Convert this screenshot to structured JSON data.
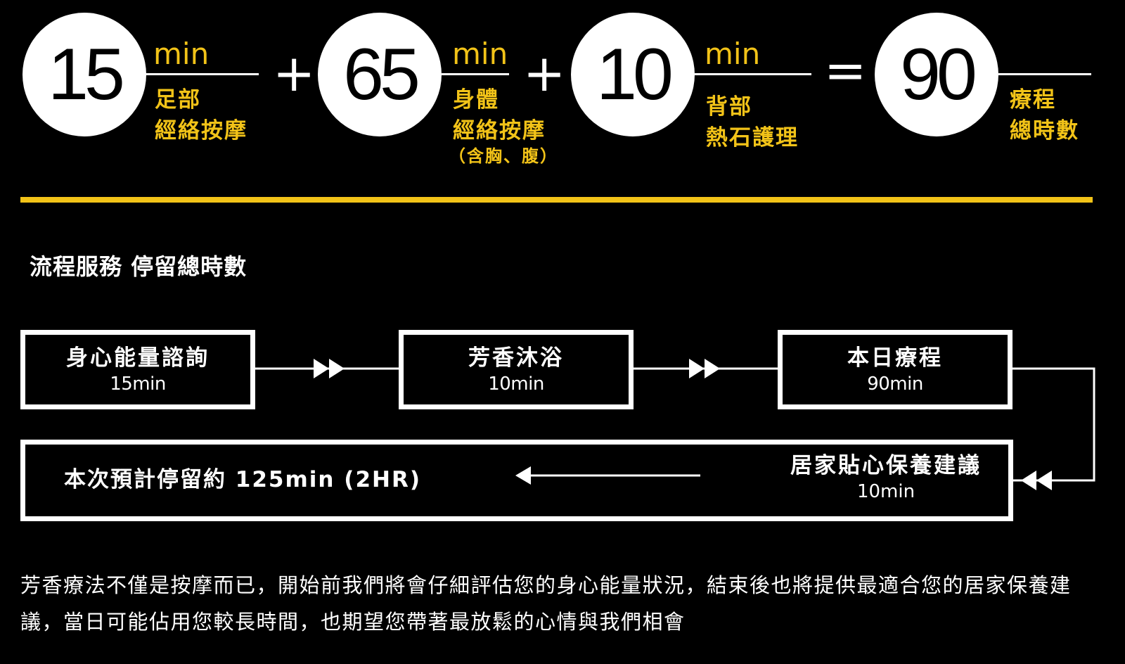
{
  "formula": {
    "terms": [
      {
        "value": "15",
        "unit": "min",
        "label_lines": [
          "足部",
          "經絡按摩"
        ]
      },
      {
        "value": "65",
        "unit": "min",
        "label_lines": [
          "身體",
          "經絡按摩"
        ],
        "note": "（含胸、腹）"
      },
      {
        "value": "10",
        "unit": "min",
        "label_lines": [
          "背部",
          "熱石護理"
        ]
      }
    ],
    "plus": "+",
    "equals": "=",
    "total": {
      "value": "90",
      "label_lines": [
        "療程",
        "總時數"
      ]
    }
  },
  "accent_color": "#f2c318",
  "section_title": "流程服務 停留總時數",
  "flow": {
    "steps": [
      {
        "name": "身心能量諮詢",
        "time": "15min"
      },
      {
        "name": "芳香沐浴",
        "time": "10min"
      },
      {
        "name": "本日療程",
        "time": "90min"
      },
      {
        "name": "居家貼心保養建議",
        "time": "10min"
      }
    ],
    "estimate": "本次預計停留約 125min (2HR)"
  },
  "description": "芳香療法不僅是按摩而已，開始前我們將會仔細評估您的身心能量狀況，結束後也將提供最適合您的居家保養建議，當日可能佔用您較長時間，也期望您帶著最放鬆的心情與我們相會"
}
